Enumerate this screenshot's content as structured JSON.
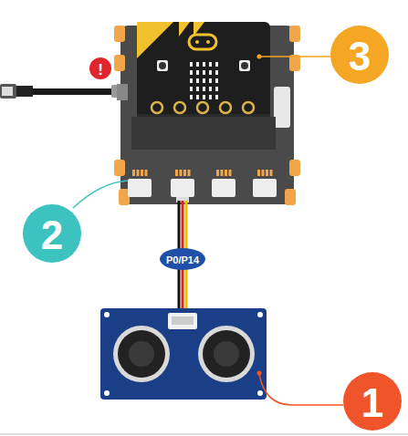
{
  "diagram": {
    "labels": [
      "!",
      "3",
      "2",
      "P0/P14",
      "1"
    ]
  }
}
